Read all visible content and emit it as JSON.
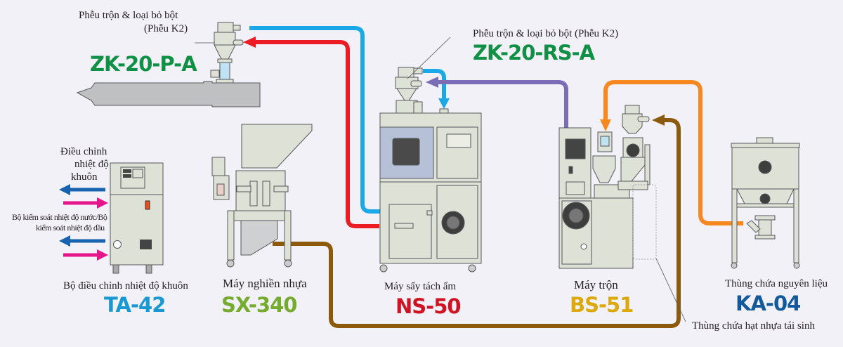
{
  "colors": {
    "background": "#f2f1f8",
    "machine_fill": "#dde1d6",
    "machine_stroke": "#55575a",
    "barrel_fill": "#bfc0c2",
    "pipe_blue": "#1aa8e6",
    "pipe_red": "#ec1c24",
    "pipe_purple": "#7a6db6",
    "pipe_orange": "#f7881f",
    "pipe_brown": "#8c5a0c",
    "arrow_blue": "#1763ae",
    "arrow_pink": "#e6158a",
    "model_zk": "#109044",
    "model_ta": "#1b97d1",
    "model_sx": "#75ab2f",
    "model_ns": "#cf1323",
    "model_bs": "#dca90e",
    "model_ka": "#125a9c"
  },
  "machines": {
    "zk_p": {
      "caption_line1": "Phễu trộn & loại bỏ bột",
      "caption_line2": "(Phễu K2)",
      "model": "ZK-20-P-A"
    },
    "zk_rs": {
      "caption": "Phễu trộn & loại bỏ bột (Phễu K2)",
      "model": "ZK-20-RS-A"
    },
    "ta": {
      "note_top_line1": "Điều chỉnh",
      "note_top_line2": "nhiệt độ",
      "note_top_line3": "khuôn",
      "note_mid_line1": "Bộ kiểm soát nhiệt độ nước/Bộ",
      "note_mid_line2": "kiểm soát nhiệt độ dầu",
      "caption": "Bộ điều chỉnh nhiệt độ khuôn",
      "model": "TA-42"
    },
    "sx": {
      "caption": "Máy nghiền nhựa",
      "model": "SX-340"
    },
    "ns": {
      "caption": "Máy sấy tách ẩm",
      "model": "NS-50"
    },
    "bs": {
      "caption": "Máy trộn",
      "model": "BS-51"
    },
    "ka": {
      "caption": "Thùng chứa nguyên liệu",
      "model": "KA-04"
    },
    "regrind_bin": {
      "caption": "Thùng chứa hạt nhựa tái sinh"
    }
  }
}
